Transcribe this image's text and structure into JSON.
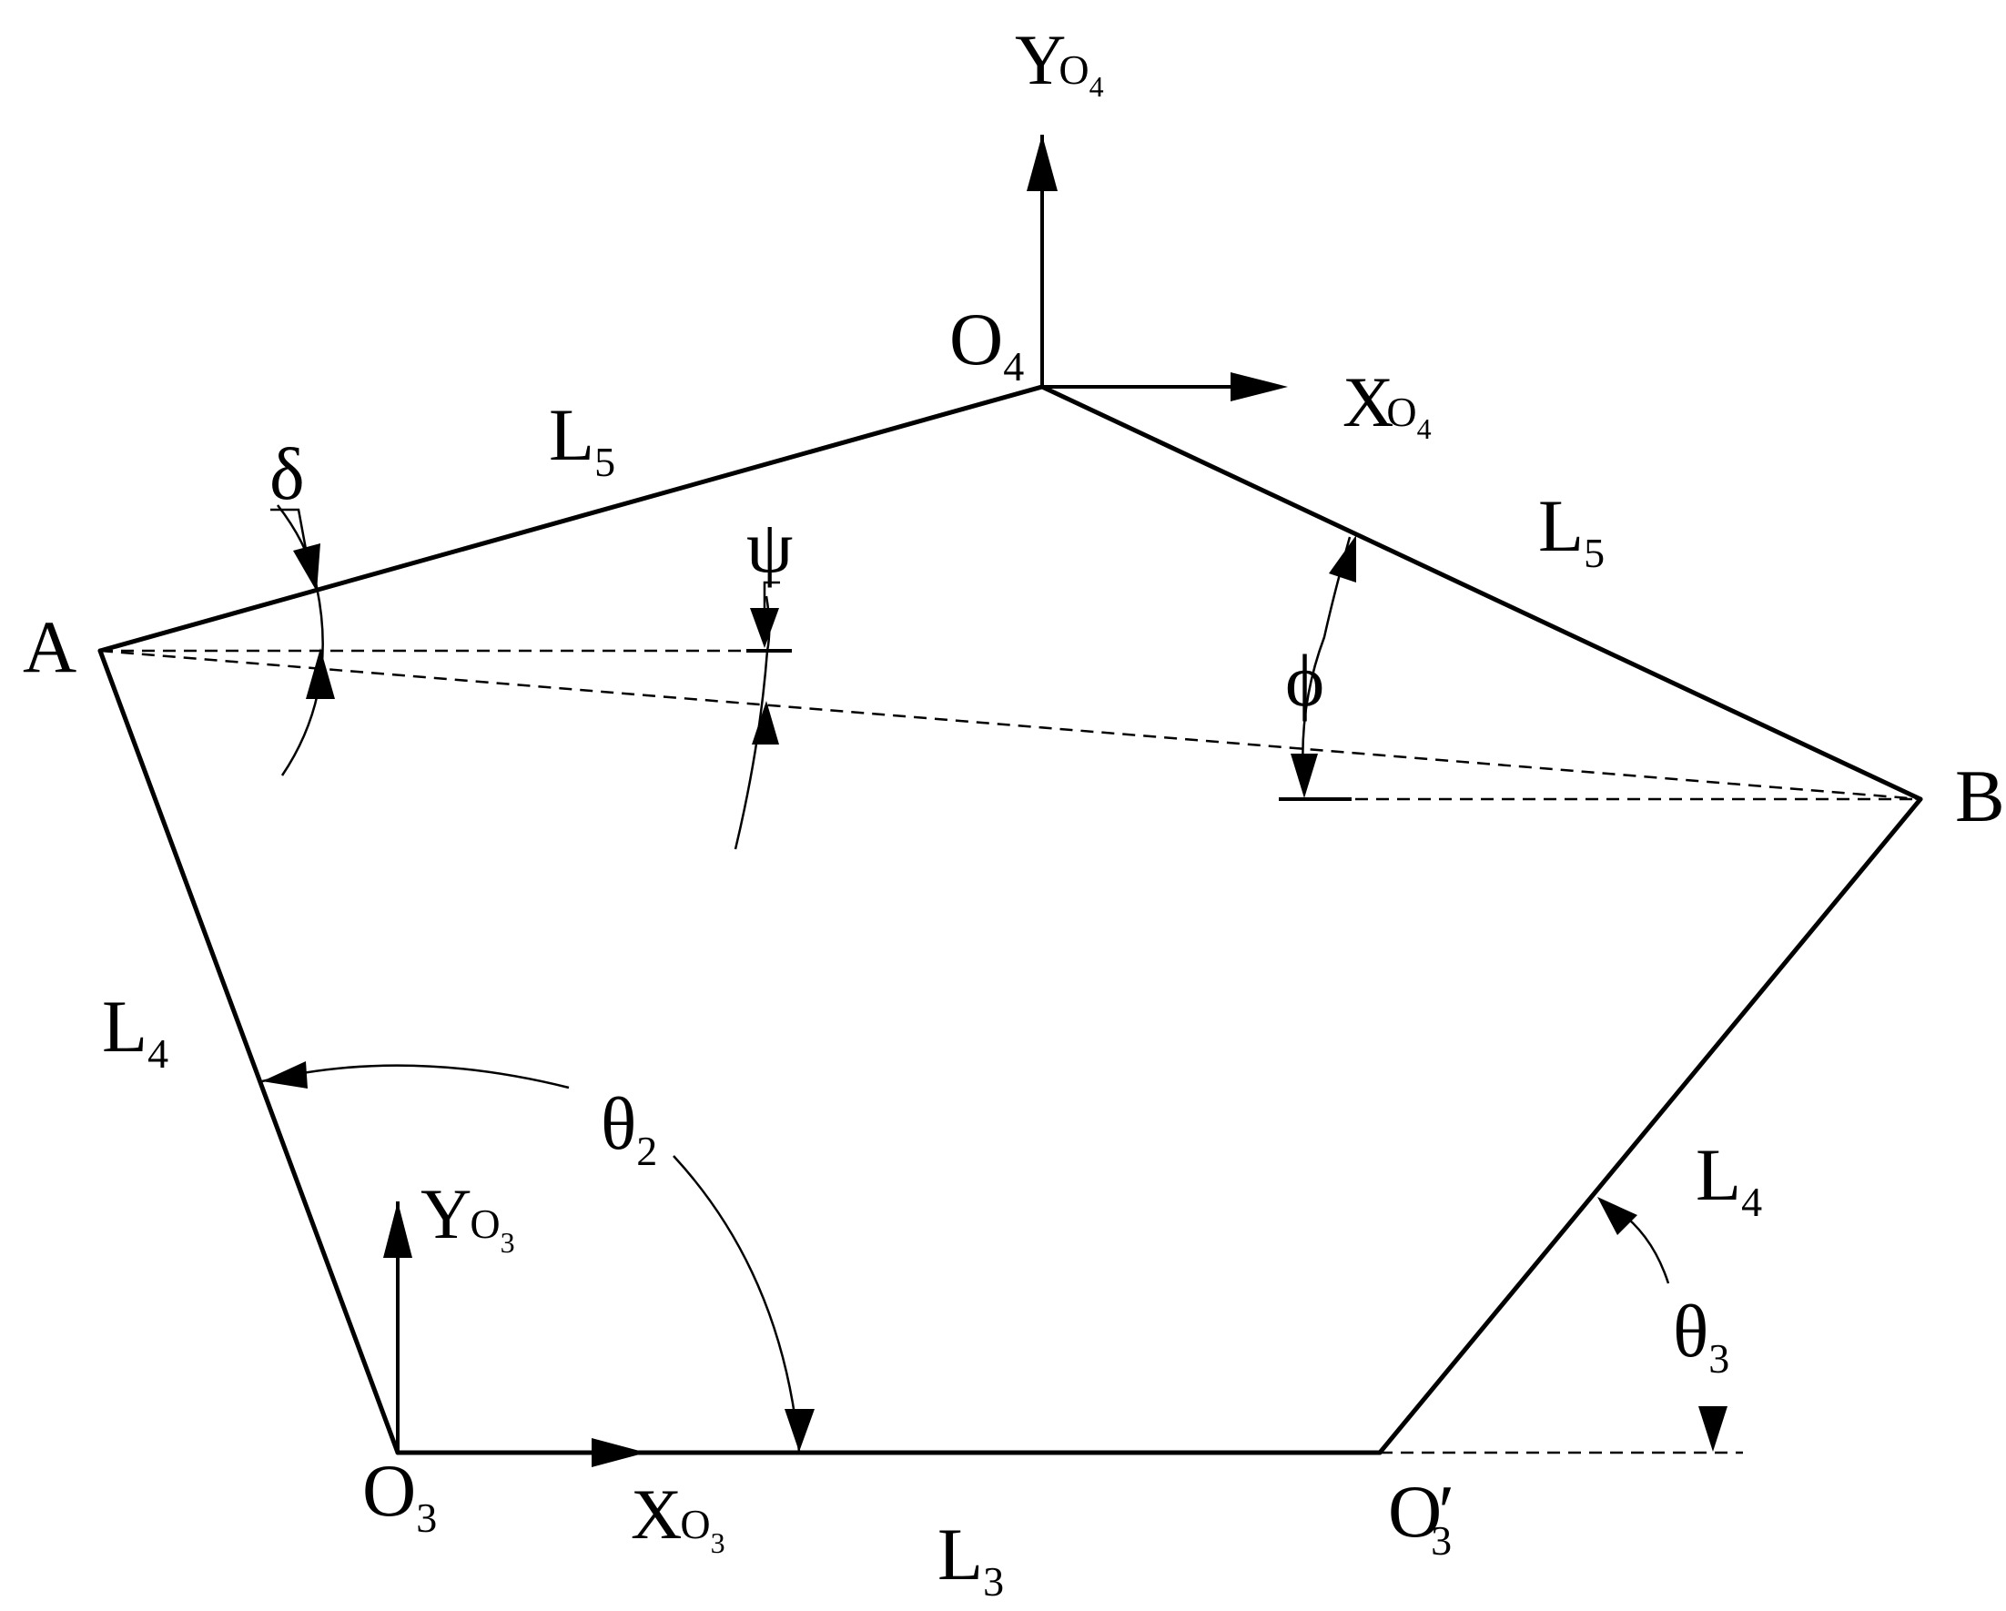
{
  "diagram": {
    "points": {
      "A": "A",
      "B": "B",
      "O3": {
        "main": "O",
        "sub": "3"
      },
      "O4": {
        "main": "O",
        "sub": "4"
      },
      "O3_prime": {
        "main": "O",
        "prime": "′",
        "sub": "3"
      }
    },
    "axes": {
      "x_o4": {
        "main": "X",
        "o": "O",
        "sub": "4"
      },
      "y_o4": {
        "main": "Y",
        "o": "O",
        "sub": "4"
      },
      "x_o3": {
        "main": "X",
        "o": "O",
        "sub": "3"
      },
      "y_o3": {
        "main": "Y",
        "o": "O",
        "sub": "3"
      }
    },
    "links": {
      "L5_left": {
        "main": "L",
        "sub": "5"
      },
      "L5_right": {
        "main": "L",
        "sub": "5"
      },
      "L4_left": {
        "main": "L",
        "sub": "4"
      },
      "L4_right": {
        "main": "L",
        "sub": "4"
      },
      "L3": {
        "main": "L",
        "sub": "3"
      }
    },
    "angles": {
      "delta": "δ",
      "psi": "ψ",
      "phi": "ϕ",
      "theta2": {
        "main": "θ",
        "sub": "2"
      },
      "theta3": {
        "main": "θ",
        "sub": "3"
      }
    },
    "colors": {
      "ink": "#000000",
      "background": "#ffffff"
    }
  }
}
